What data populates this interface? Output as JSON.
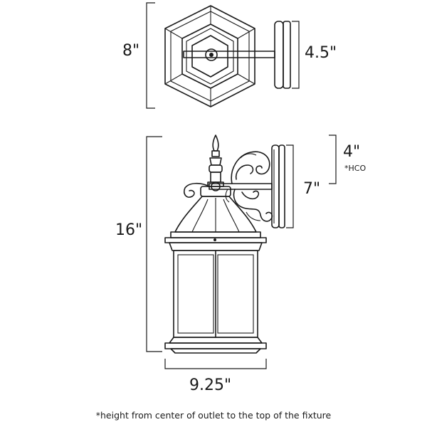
{
  "top_view": {
    "height_label": "8\"",
    "backplate_label": "4.5\""
  },
  "side_view": {
    "height_label": "16\"",
    "width_label": "9.25\"",
    "backplate_label": "7\"",
    "hco_value_label": "4\"",
    "hco_tag": "*HCO"
  },
  "footnote": "*height from center of outlet to the top of the fixture"
}
